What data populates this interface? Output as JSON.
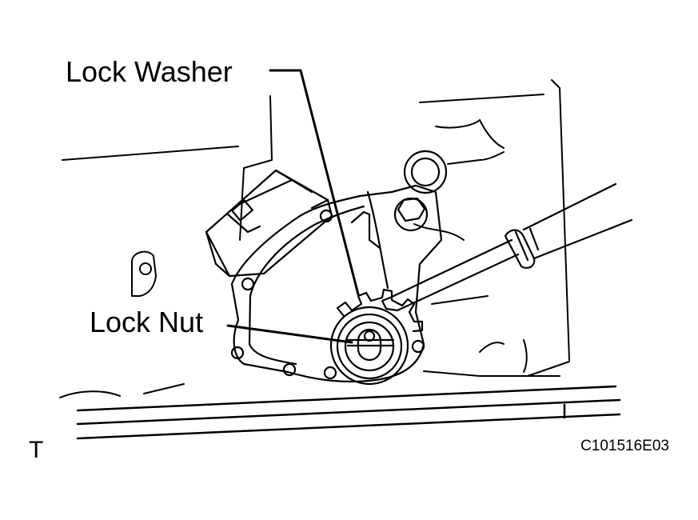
{
  "figure": {
    "callouts": {
      "lock_washer": "Lock Washer",
      "lock_nut": "Lock Nut"
    },
    "corner_mark": "T",
    "figure_code": "C101516E03"
  },
  "colors": {
    "line": "#000000",
    "background": "#ffffff"
  }
}
